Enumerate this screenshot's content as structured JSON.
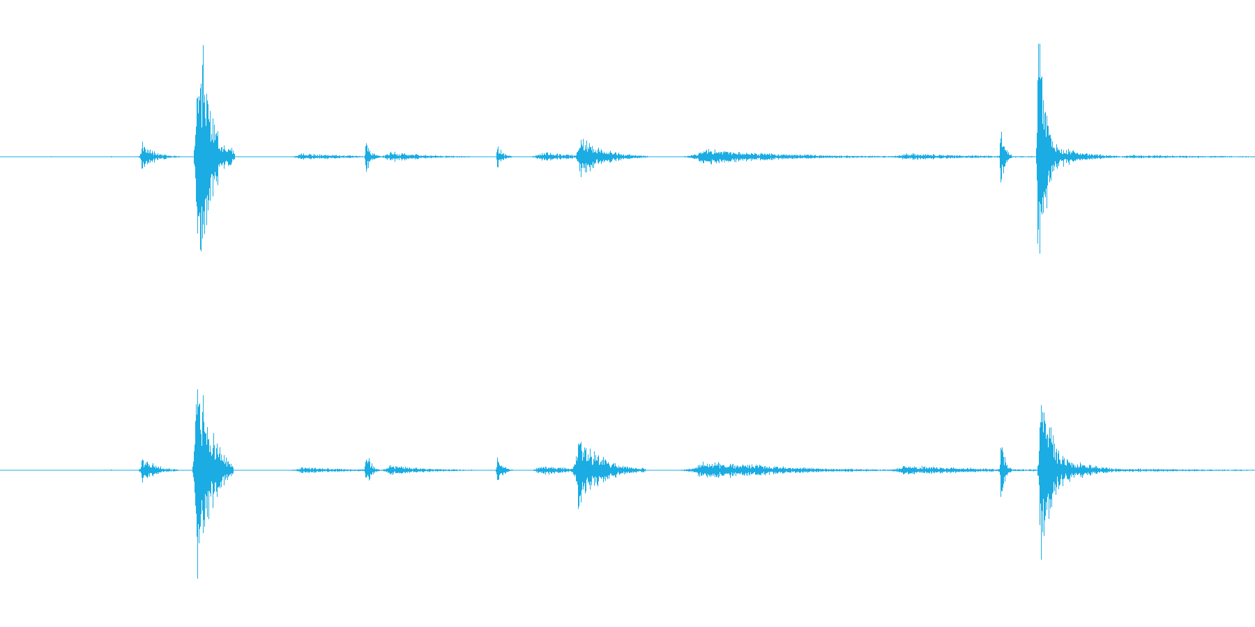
{
  "waveform": {
    "color": "#1aace3",
    "channel_count": 2,
    "channels": [
      {
        "name": "left",
        "events": [
          {
            "t": 0.04,
            "amp": 0.004,
            "w": 0.003
          },
          {
            "t": 0.088,
            "amp": 0.006,
            "w": 0.002
          },
          {
            "t": 0.113,
            "amp": 0.09,
            "w": 0.01
          },
          {
            "t": 0.157,
            "amp": 0.75,
            "w": 0.01
          },
          {
            "t": 0.16,
            "amp": 0.72,
            "w": 0.008
          },
          {
            "t": 0.24,
            "amp": 0.02,
            "w": 0.04
          },
          {
            "t": 0.291,
            "amp": 0.11,
            "w": 0.004
          },
          {
            "t": 0.31,
            "amp": 0.03,
            "w": 0.03
          },
          {
            "t": 0.396,
            "amp": 0.08,
            "w": 0.004
          },
          {
            "t": 0.43,
            "amp": 0.03,
            "w": 0.03
          },
          {
            "t": 0.462,
            "amp": 0.12,
            "w": 0.018
          },
          {
            "t": 0.56,
            "amp": 0.05,
            "w": 0.06
          },
          {
            "t": 0.62,
            "amp": 0.02,
            "w": 0.03
          },
          {
            "t": 0.72,
            "amp": 0.02,
            "w": 0.06
          },
          {
            "t": 0.727,
            "amp": 0.03,
            "w": 0.003
          },
          {
            "t": 0.797,
            "amp": 0.23,
            "w": 0.003
          },
          {
            "t": 0.827,
            "amp": 0.95,
            "w": 0.006
          },
          {
            "t": 0.835,
            "amp": 0.1,
            "w": 0.02
          },
          {
            "t": 0.9,
            "amp": 0.01,
            "w": 0.1
          }
        ]
      },
      {
        "name": "right",
        "events": [
          {
            "t": 0.04,
            "amp": 0.004,
            "w": 0.003
          },
          {
            "t": 0.088,
            "amp": 0.006,
            "w": 0.002
          },
          {
            "t": 0.113,
            "amp": 0.09,
            "w": 0.01
          },
          {
            "t": 0.156,
            "amp": 0.8,
            "w": 0.01
          },
          {
            "t": 0.158,
            "amp": 0.6,
            "w": 0.008
          },
          {
            "t": 0.24,
            "amp": 0.02,
            "w": 0.04
          },
          {
            "t": 0.291,
            "amp": 0.14,
            "w": 0.004
          },
          {
            "t": 0.31,
            "amp": 0.03,
            "w": 0.03
          },
          {
            "t": 0.396,
            "amp": 0.1,
            "w": 0.004
          },
          {
            "t": 0.43,
            "amp": 0.03,
            "w": 0.03
          },
          {
            "t": 0.46,
            "amp": 0.23,
            "w": 0.018
          },
          {
            "t": 0.56,
            "amp": 0.06,
            "w": 0.06
          },
          {
            "t": 0.62,
            "amp": 0.02,
            "w": 0.03
          },
          {
            "t": 0.72,
            "amp": 0.03,
            "w": 0.06
          },
          {
            "t": 0.727,
            "amp": 0.04,
            "w": 0.003
          },
          {
            "t": 0.797,
            "amp": 0.25,
            "w": 0.003
          },
          {
            "t": 0.829,
            "amp": 0.72,
            "w": 0.008
          },
          {
            "t": 0.84,
            "amp": 0.12,
            "w": 0.02
          },
          {
            "t": 0.9,
            "amp": 0.01,
            "w": 0.1
          }
        ]
      }
    ]
  }
}
